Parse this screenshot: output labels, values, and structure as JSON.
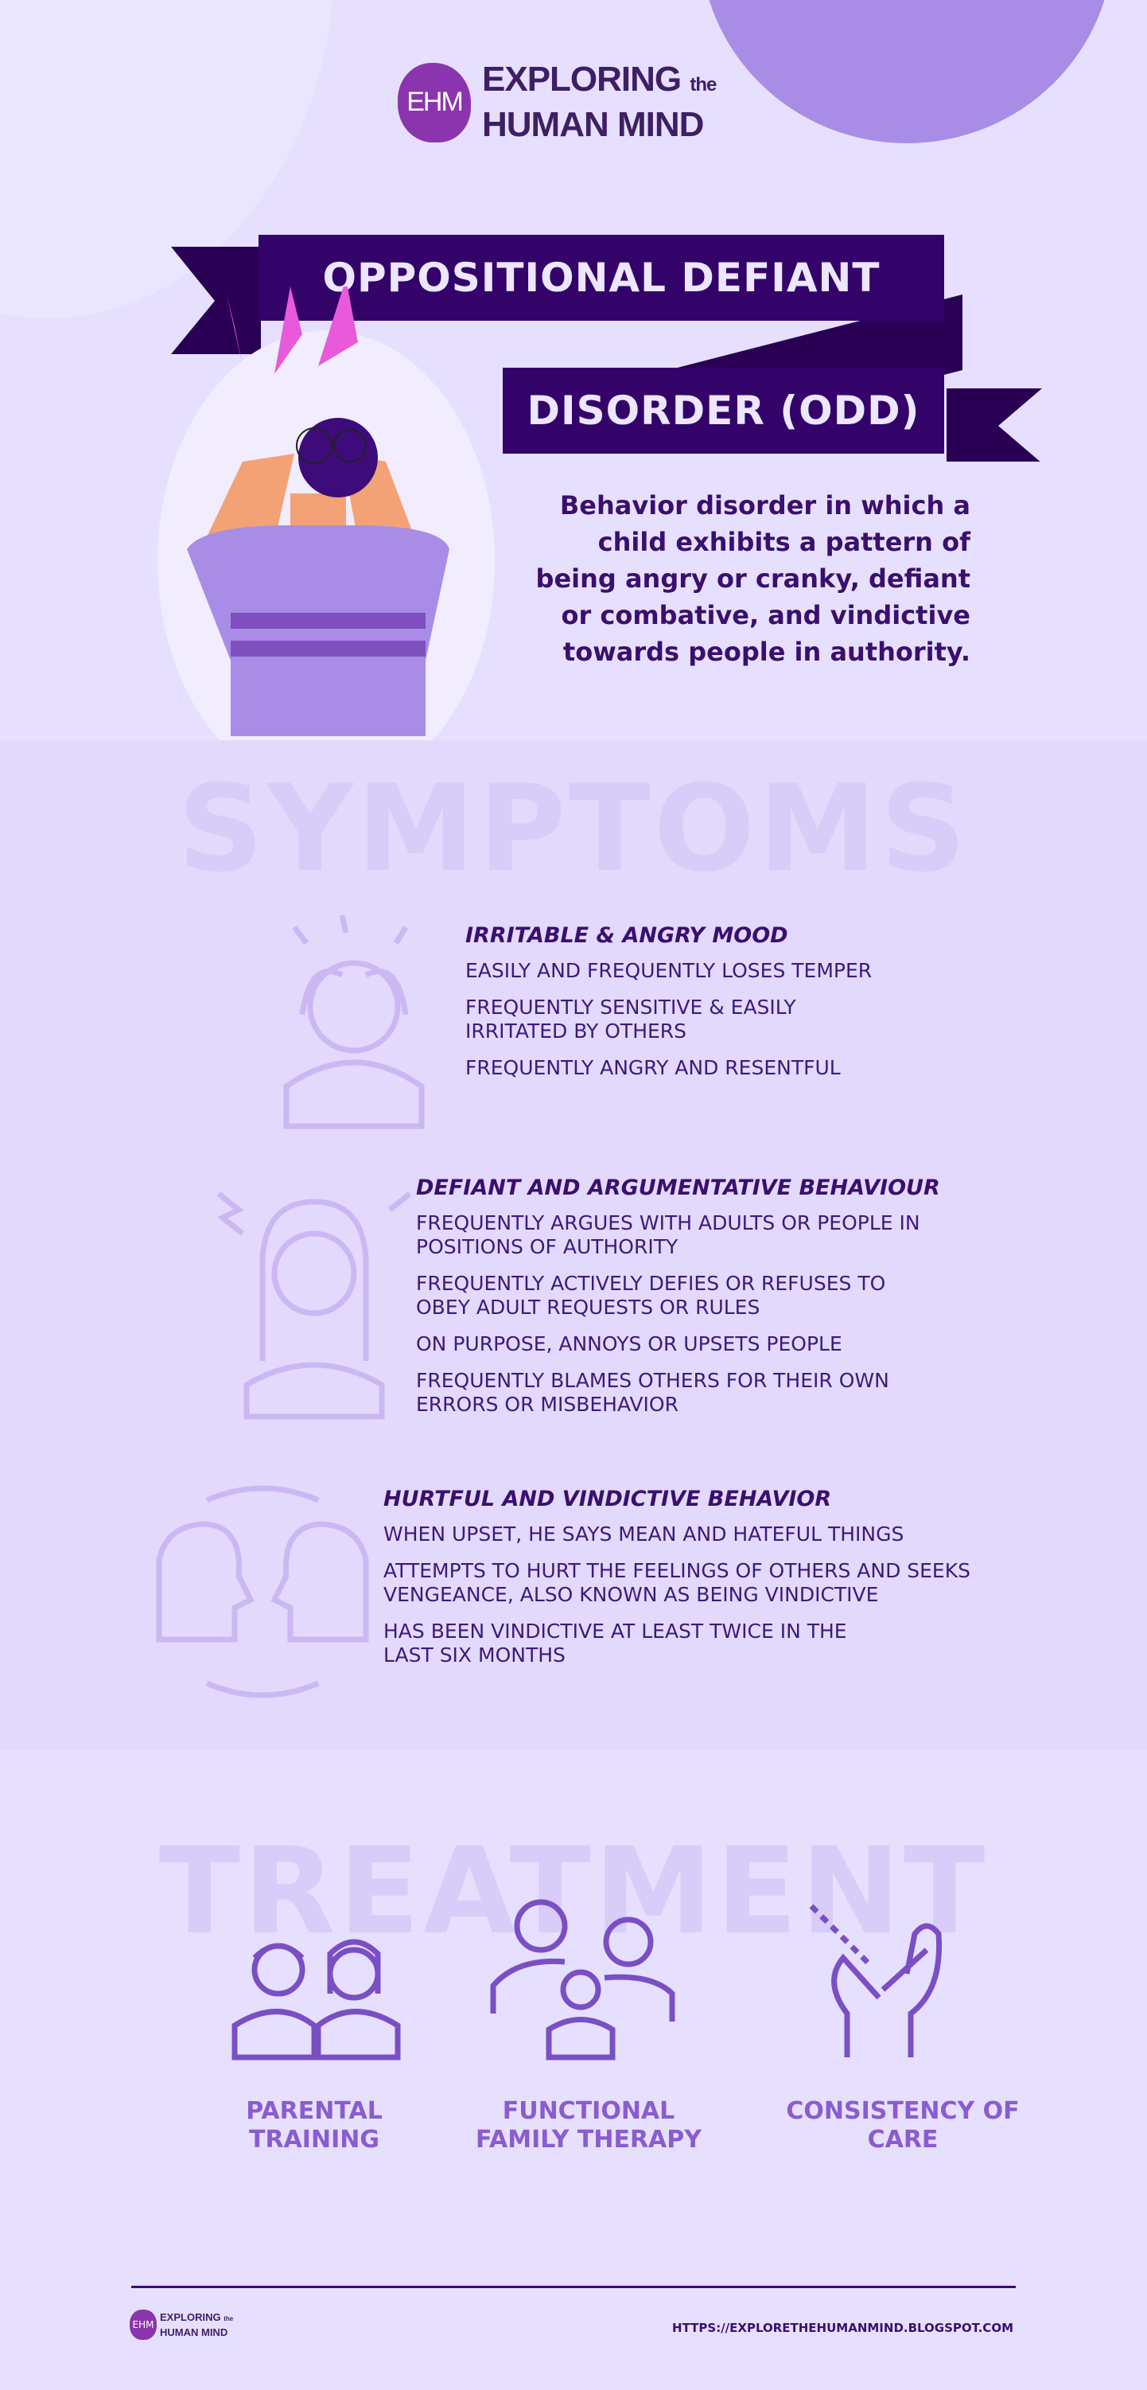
{
  "brand": {
    "mark": "EHM",
    "line1": "EXPLORING",
    "the": "the",
    "line2": "HUMAN MIND"
  },
  "title": {
    "line1": "OPPOSITIONAL DEFIANT",
    "line2": "DISORDER (ODD)"
  },
  "description": "Behavior disorder in which a child exhibits a pattern of being angry or cranky, defiant or combative, and vindictive towards people in authority.",
  "symptoms": {
    "heading": "SYMPTOMS",
    "groups": [
      {
        "title": "IRRITABLE & ANGRY MOOD",
        "icon": "frustrated-person-icon",
        "items": [
          "EASILY AND FREQUENTLY LOSES TEMPER",
          "FREQUENTLY SENSITIVE & EASILY IRRITATED BY OTHERS",
          "FREQUENTLY ANGRY AND RESENTFUL"
        ]
      },
      {
        "title": "DEFIANT AND ARGUMENTATIVE BEHAVIOUR",
        "icon": "angry-woman-icon",
        "items": [
          "FREQUENTLY ARGUES WITH ADULTS OR PEOPLE IN POSITIONS OF AUTHORITY",
          "FREQUENTLY ACTIVELY DEFIES OR REFUSES TO OBEY ADULT REQUESTS OR RULES",
          "ON PURPOSE, ANNOYS OR UPSETS PEOPLE",
          "FREQUENTLY BLAMES OTHERS FOR THEIR OWN ERRORS OR MISBEHAVIOR"
        ]
      },
      {
        "title": "HURTFUL AND VINDICTIVE BEHAVIOR",
        "icon": "two-heads-icon",
        "items": [
          "WHEN UPSET, HE SAYS MEAN AND HATEFUL THINGS",
          "ATTEMPTS TO HURT THE FEELINGS OF OTHERS AND SEEKS VENGEANCE, ALSO KNOWN AS BEING VINDICTIVE",
          "HAS BEEN VINDICTIVE AT LEAST TWICE IN THE LAST SIX MONTHS"
        ]
      }
    ]
  },
  "treatment": {
    "heading": "TREATMENT",
    "items": [
      {
        "label": "PARENTAL TRAINING",
        "icon": "parents-icon"
      },
      {
        "label": "FUNCTIONAL FAMILY THERAPY",
        "icon": "family-icon"
      },
      {
        "label": "CONSISTENCY OF CARE",
        "icon": "caring-hand-icon"
      }
    ]
  },
  "footer": {
    "url": "HTTPS://EXPLORETHEHUMANMIND.BLOGSPOT.COM"
  },
  "colors": {
    "dark": "#33036a",
    "accent": "#a98ce6",
    "bg": "#e6e0fe"
  }
}
